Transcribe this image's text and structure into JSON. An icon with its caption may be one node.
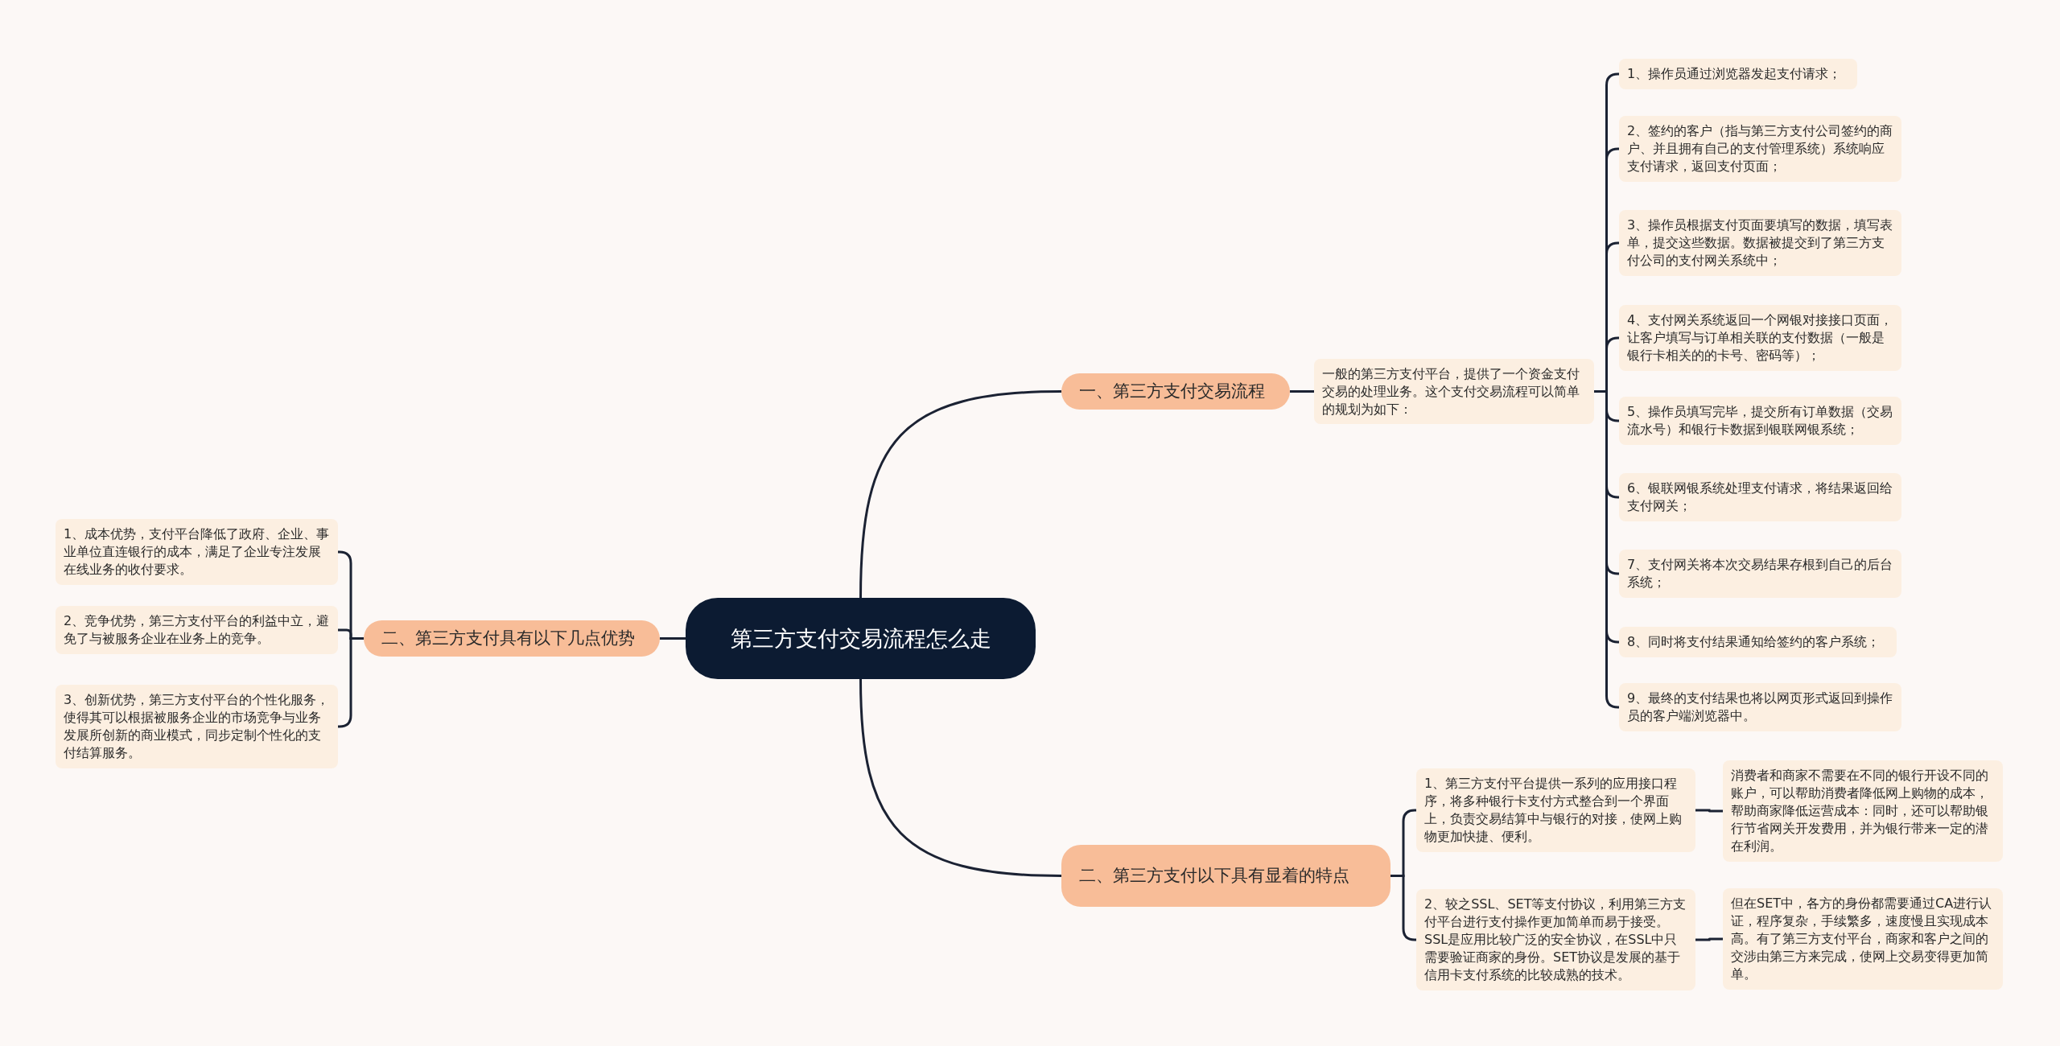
{
  "diagram": {
    "nodes": [
      {
        "text": [
          "第三方支付交易流程怎么走"
        ]
      },
      {
        "text": [
          "一、第三方支付交易流程"
        ]
      },
      {
        "text": [
          "一般的第三方支付平台，提供了一个资金支付交易的处理业务。这个支付交易流程可以简单的规划为如下："
        ]
      },
      {
        "text": [
          "1、操作员通过浏览器发起支付请求；"
        ]
      },
      {
        "text": [
          "2、签约的客户（指与第三方支付公司签约的商户、并且拥有自己的支付管理系统）系统响应支付请求，返回支付页面；"
        ]
      },
      {
        "text": [
          "3、操作员根据支付页面要填写的数据，填写表单，提交这些数据。数据被提交到了第三方支付公司的支付网关系统中；"
        ]
      },
      {
        "text": [
          "4、支付网关系统返回一个网银对接接口页面，让客户填写与订单相关联的支付数据（一般是银行卡相关的的卡号、密码等）；"
        ]
      },
      {
        "text": [
          "5、操作员填写完毕，提交所有订单数据（交易流水号）和银行卡数据到银联网银系统；"
        ]
      },
      {
        "text": [
          "6、银联网银系统处理支付请求，将结果返回给支付网关；"
        ]
      },
      {
        "text": [
          "7、支付网关将本次交易结果存根到自己的后台系统；"
        ]
      },
      {
        "text": [
          "8、同时将支付结果通知给签约的客户系统；"
        ]
      },
      {
        "text": [
          "9、最终的支付结果也将以网页形式返回到操作员的客户端浏览器中。"
        ]
      },
      {
        "text": [
          "二、第三方支付以下具有显着的特点"
        ]
      },
      {
        "text": [
          "1、第三方支付平台提供一系列的应用接口程序，将多种银行卡支付方式整合到一个界面上，负责交易结算中与银行的对接，使网上购物更加快捷、便利。"
        ]
      },
      {
        "text": [
          "消费者和商家不需要在不同的银行开设不同的账户，可以帮助消费者降低网上购物的成本，帮助商家降低运营成本：同时，还可以帮助银行节省网关开发费用，并为银行带来一定的潜在利润。"
        ]
      },
      {
        "text": [
          "2、较之SSL、SET等支付协议，利用第三方支付平台进行支付操作更加简单而易于接受。SSL是应用比较广泛的安全协议，在SSL中只需要验证商家的身份。SET协议是发展的基于信用卡支付系统的比较成熟的技术。"
        ]
      },
      {
        "text": [
          "但在SET中，各方的身份都需要通过CA进行认证，程序复杂，手续繁多，速度慢且实现成本高。有了第三方支付平台，商家和客户之间的交涉由第三方来完成，使网上交易变得更加简单。"
        ]
      },
      {
        "text": [
          "二、第三方支付具有以下几点优势"
        ]
      },
      {
        "text": [
          "1、成本优势，支付平台降低了政府、企业、事业单位直连银行的成本，满足了企业专注发展在线业务的收付要求。"
        ]
      },
      {
        "text": [
          "2、竞争优势，第三方支付平台的利益中立，避免了与被服务企业在业务上的竞争。"
        ]
      },
      {
        "text": [
          "3、创新优势，第三方支付平台的个性化服务，使得其可以根据被服务企业的市场竞争与业务发展所创新的商业模式，同步定制个性化的支付结算服务。"
        ]
      }
    ],
    "edges": [
      {
        "from": 0,
        "to": 1,
        "arrow": "none"
      },
      {
        "from": 1,
        "to": 2,
        "arrow": "none"
      },
      {
        "from": 2,
        "to": 3,
        "arrow": "none"
      },
      {
        "from": 2,
        "to": 4,
        "arrow": "none"
      },
      {
        "from": 2,
        "to": 5,
        "arrow": "none"
      },
      {
        "from": 2,
        "to": 6,
        "arrow": "none"
      },
      {
        "from": 2,
        "to": 7,
        "arrow": "none"
      },
      {
        "from": 2,
        "to": 8,
        "arrow": "none"
      },
      {
        "from": 2,
        "to": 9,
        "arrow": "none"
      },
      {
        "from": 2,
        "to": 10,
        "arrow": "none"
      },
      {
        "from": 2,
        "to": 11,
        "arrow": "none"
      },
      {
        "from": 0,
        "to": 12,
        "arrow": "none"
      },
      {
        "from": 12,
        "to": 13,
        "arrow": "none"
      },
      {
        "from": 13,
        "to": 14,
        "arrow": "none"
      },
      {
        "from": 12,
        "to": 15,
        "arrow": "none"
      },
      {
        "from": 15,
        "to": 16,
        "arrow": "none"
      },
      {
        "from": 0,
        "to": 17,
        "arrow": "none"
      },
      {
        "from": 17,
        "to": 18,
        "arrow": "none"
      },
      {
        "from": 17,
        "to": 19,
        "arrow": "none"
      },
      {
        "from": 17,
        "to": 20,
        "arrow": "none"
      }
    ]
  }
}
